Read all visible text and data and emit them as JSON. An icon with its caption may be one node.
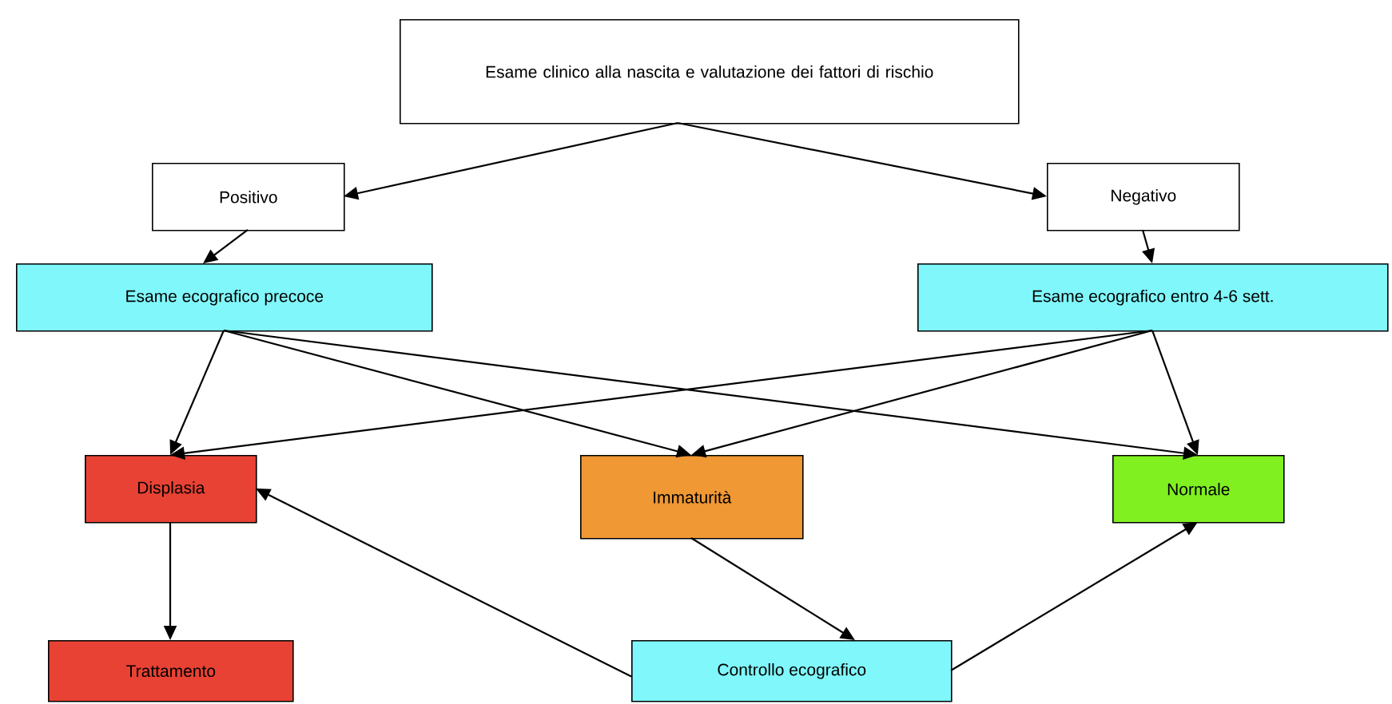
{
  "diagram": {
    "nodes": [
      {
        "text": [
          "Esame clinico alla nascita e valutazione dei fattori di rischio"
        ]
      },
      {
        "text": [
          "Positivo"
        ]
      },
      {
        "text": [
          "Negativo"
        ]
      },
      {
        "text": [
          "Esame ecografico precoce"
        ]
      },
      {
        "text": [
          "Esame ecografico entro 4-6 sett."
        ]
      },
      {
        "text": [
          "Displasia"
        ]
      },
      {
        "text": [
          "Immaturità"
        ]
      },
      {
        "text": [
          "Normale"
        ]
      },
      {
        "text": [
          "Trattamento"
        ]
      },
      {
        "text": [
          "Controllo ecografico"
        ]
      }
    ],
    "edges": [
      {
        "from": 0,
        "to": 1,
        "arrow": "to"
      },
      {
        "from": 0,
        "to": 2,
        "arrow": "to"
      },
      {
        "from": 1,
        "to": 3,
        "arrow": "to"
      },
      {
        "from": 2,
        "to": 4,
        "arrow": "to"
      },
      {
        "from": 3,
        "to": 5,
        "arrow": "to"
      },
      {
        "from": 3,
        "to": 6,
        "arrow": "to"
      },
      {
        "from": 3,
        "to": 7,
        "arrow": "to"
      },
      {
        "from": 4,
        "to": 5,
        "arrow": "to"
      },
      {
        "from": 4,
        "to": 6,
        "arrow": "to"
      },
      {
        "from": 4,
        "to": 7,
        "arrow": "to"
      },
      {
        "from": 5,
        "to": 8,
        "arrow": "to"
      },
      {
        "from": 6,
        "to": 9,
        "arrow": "to"
      },
      {
        "from": 9,
        "to": 5,
        "arrow": "to"
      },
      {
        "from": 9,
        "to": 7,
        "arrow": "to"
      }
    ]
  }
}
